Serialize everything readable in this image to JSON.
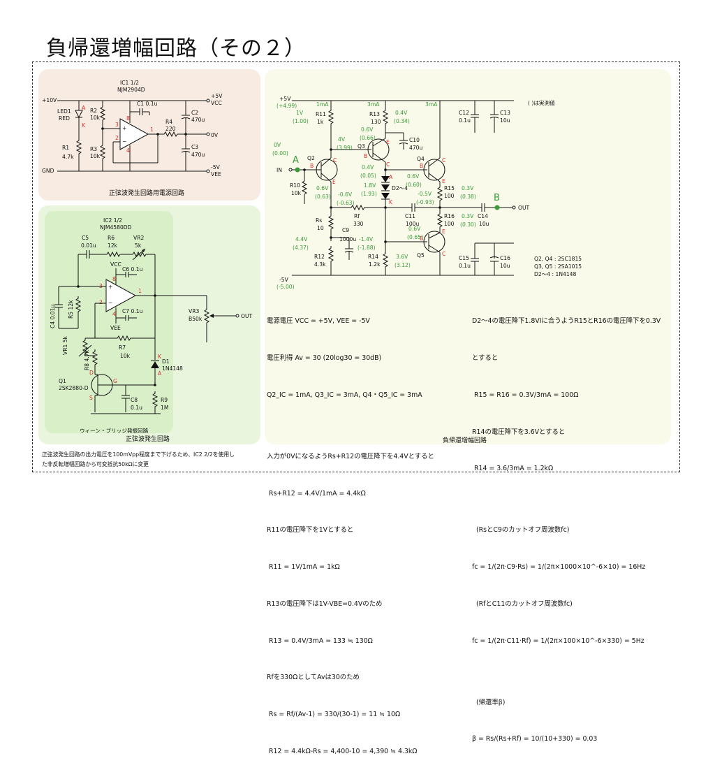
{
  "title": "負帰還増幅回路（その２）",
  "power_section": {
    "caption": "正弦波発生回路用電源回路",
    "ic": "IC1 1/2",
    "ic_part": "NJM2904D",
    "labels": {
      "plus10v": "+10V",
      "gnd": "GND",
      "led": "LED1",
      "led_color": "RED",
      "a": "A",
      "k": "K",
      "r1": "R1",
      "r1v": "4.7k",
      "r2": "R2",
      "r2v": "10k",
      "r3": "R3",
      "r3v": "10k",
      "c1": "C1 0.1u",
      "r4": "R4",
      "r4v": "220",
      "c2": "C2",
      "c2v": "470u",
      "c3": "C3",
      "c3v": "470u",
      "plus5v": "+5V",
      "vcc": "VCC",
      "zero": "0V",
      "minus5v": "-5V",
      "vee": "VEE",
      "p3": "3",
      "p2": "2",
      "p1": "1",
      "p8": "8",
      "p4": "4"
    }
  },
  "sine_section": {
    "caption": "正弦波発生回路",
    "sub_caption": "ウィーン・ブリッジ発振回路",
    "ic": "IC2 1/2",
    "ic_part": "NJM4580DD",
    "labels": {
      "c5": "C5",
      "c5v": "0.01u",
      "r6": "R6",
      "r6v": "12k",
      "vr2": "VR2",
      "vr2v": "5k",
      "vcc": "VCC",
      "c6": "C6 0.1u",
      "c7": "C7 0.1u",
      "vee": "VEE",
      "c4": "C4 0.01u",
      "r5": "R5 12k",
      "vr1": "VR1 5k",
      "r8": "R8 4.7k",
      "r7": "R7",
      "r7v": "10k",
      "d1": "D1",
      "d1v": "1N4148",
      "k": "K",
      "a": "A",
      "q1": "Q1",
      "q1v": "2SK2880-D",
      "d": "D",
      "g": "G",
      "s": "S",
      "c8": "C8",
      "c8v": "0.1u",
      "r9": "R9",
      "r9v": "1M",
      "vr3": "VR3",
      "vr3v": "B50k",
      "out": "OUT",
      "p3": "3",
      "p2": "2",
      "p1": "1",
      "p8": "8",
      "p4": "4"
    }
  },
  "note": "正弦波発生回路の出力電圧を100mVpp程度まで下げるため、IC2 2/2を使用し\nた非反転増幅回路から可変抵抗50kΩに変更",
  "amp_section": {
    "caption": "負帰還増幅回路",
    "measured_note": "( )は実測値",
    "parts_list": [
      "Q2, Q4 : 2SC1815",
      "Q3, Q5 : 2SA1015",
      "D2〜4 : 1N4148"
    ],
    "labels": {
      "plus5v": "+5V",
      "plus5v_m": "(+4.99)",
      "minus5v": "-5V",
      "minus5v_m": "(-5.00)",
      "in": "IN",
      "a": "A",
      "b": "B",
      "out": "OUT",
      "in_v": "0V",
      "in_vm": "(0.00)",
      "ma1": "1mA",
      "ma3a": "3mA",
      "ma3b": "3mA",
      "r11": "R11",
      "r11v": "1k",
      "r11_v": "1V",
      "r11_vm": "(1.00)",
      "r13": "R13",
      "r13v": "130",
      "r13_v": "0.4V",
      "r13_vm": "(0.34)",
      "q2": "Q2",
      "q3": "Q3",
      "q4": "Q4",
      "q5": "Q5",
      "q2c_v": "4V",
      "q2c_vm": "(3.99)",
      "q3e_v": "0.6V",
      "q3e_vm": "(0.66)",
      "c10": "C10",
      "c10v": "470u",
      "q3c_v": "0.4V",
      "q3c_vm": "(0.05)",
      "d_v": "1.8V",
      "d_vm": "(1.93)",
      "d24": "D2〜4",
      "r10": "R10",
      "r10v": "10k",
      "q2b_v": "0.6V",
      "q2b_vm": "(0.63)",
      "fb_v": "-0.6V",
      "fb_vm": "(-0.63)",
      "rf": "Rf",
      "rfv": "330",
      "rs": "Rs",
      "rsv": "10",
      "c9": "C9",
      "c9v": "1000u",
      "r12_v": "4.4V",
      "r12_vm": "(4.37)",
      "r12": "R12",
      "r12v": "4.3k",
      "r14_top": "-1.4V",
      "r14_topm": "(-1.88)",
      "r14": "R14",
      "r14v": "1.2k",
      "r14_v": "3.6V",
      "r14_vm": "(3.12)",
      "c11": "C11",
      "c11v": "100u",
      "q4b_v": "0.6V",
      "q4b_vm": "(0.60)",
      "q4e_v": "-0.5V",
      "q4e_vm": "(-0.93)",
      "r15": "R15",
      "r15v": "100",
      "r15_v": "0.3V",
      "r15_vm": "(0.38)",
      "r16": "R16",
      "r16v": "100",
      "r16_v": "0.3V",
      "r16_vm": "(0.30)",
      "c14": "C14",
      "c14v": "10u",
      "q5b_v": "0.6V",
      "q5b_vm": "(0.65)",
      "c12": "C12",
      "c12v": "0.1u",
      "c13": "C13",
      "c13v": "10u",
      "c15": "C15",
      "c15v": "0.1u",
      "c16": "C16",
      "c16v": "10u",
      "c": "C",
      "e": "E",
      "ka": "A",
      "kk": "K"
    },
    "calc_left": [
      "電源電圧 VCC = +5V, VEE = -5V",
      "電圧利得 Av = 30 (20log30 = 30dB)",
      "Q2_IC = 1mA, Q3_IC = 3mA, Q4・Q5_IC = 3mA",
      "",
      "入力が0VになるようRs+R12の電圧降下を4.4Vとすると",
      " Rs+R12 = 4.4V/1mA = 4.4kΩ",
      "R11の電圧降下を1Vとすると",
      " R11 = 1V/1mA = 1kΩ",
      "R13の電圧降下は1V-VBE=0.4Vのため",
      " R13 = 0.4V/3mA = 133 ≒ 130Ω",
      "Rfを330ΩとしてAvは30のため",
      " Rs = Rf/(Av-1) = 330/(30-1) = 11 ≒ 10Ω",
      " R12 = 4.4kΩ-Rs = 4,400-10 = 4,390 ≒ 4.3kΩ"
    ],
    "calc_right": [
      "D2〜4の電圧降下1.8VIに合うようR15とR16の電圧降下を0.3V",
      "とすると",
      " R15 = R16 = 0.3V/3mA = 100Ω",
      "R14の電圧降下を3.6Vとすると",
      " R14 = 3.6/3mA = 1.2kΩ",
      "",
      "  (RsとC9のカットオフ周波数fc)",
      "fc = 1/(2π·C9·Rs) = 1/(2π×1000×10^-6×10) = 16Hz",
      "  (RfとC11のカットオフ周波数fc)",
      "fc = 1/(2π·C11·Rf) = 1/(2π×100×10^-6×330) = 5Hz",
      "",
      "  (帰還率β)",
      "β = Rs/(Rs+Rf) = 10/(10+330) = 0.03"
    ]
  }
}
